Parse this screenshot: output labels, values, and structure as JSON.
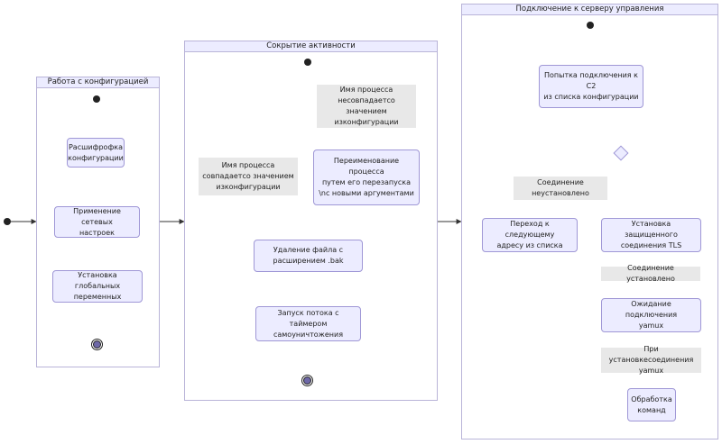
{
  "clusters": {
    "config": "Работа с конфигурацией",
    "hide": "Сокрытие активности",
    "connect": "Подключение к серверу управления"
  },
  "nodes": {
    "decrypt": [
      "Расшифрофка",
      "конфигурации"
    ],
    "network": [
      "Применение сетевых",
      "настроек"
    ],
    "globals": [
      "Установка глобальных",
      "переменных"
    ],
    "rename": [
      "Переименование",
      "процесса",
      "путем его перезапуска",
      "\\nс новыми аргументами"
    ],
    "delete_bak": [
      "Удаление файла с",
      "расширением .bak"
    ],
    "timer": [
      "Запуск потока с таймером",
      "самоуничтожения"
    ],
    "try_connect": [
      "Попытка подключения к",
      "C2",
      "из списка конфигурации"
    ],
    "next_addr": [
      "Переход к следующему",
      "адресу из списка"
    ],
    "tls": [
      "Установка защищенного",
      "соединения TLS"
    ],
    "yamux_wait": [
      "Ожидание подключения",
      "yamux"
    ],
    "handle": [
      "Обработка",
      "команд"
    ]
  },
  "edge_labels": {
    "name_differs": [
      "Имя процесса не",
      "совпадает",
      "со значением из",
      "конфигурации"
    ],
    "name_matches": [
      "Имя процесса совпадает",
      "со значением из",
      "конфигурации"
    ],
    "not_established": [
      "Соединение не",
      "установлено"
    ],
    "established": [
      "Соединение установлено"
    ],
    "on_yamux": [
      "При установке",
      "соединения yamux"
    ]
  },
  "colors": {
    "node_fill": "#ececff",
    "node_border": "#9f97d6",
    "edge": "#333333",
    "label_bg": "#e8e8e8"
  }
}
